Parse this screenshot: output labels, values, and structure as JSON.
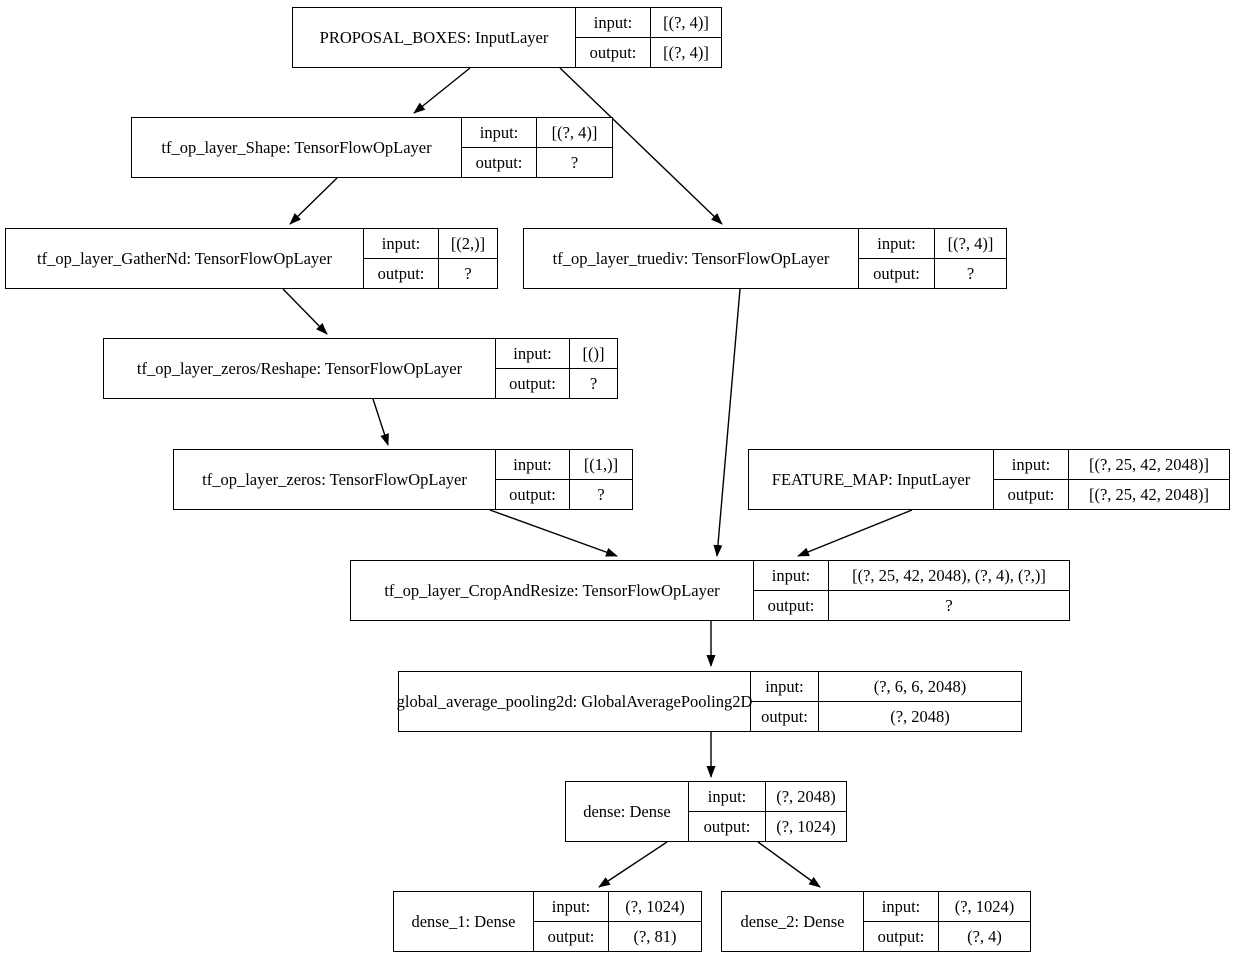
{
  "diagram": {
    "kind": "keras-model-architecture-graph",
    "labels": {
      "input": "input:",
      "output": "output:"
    },
    "nodes": {
      "proposal_boxes": {
        "label": "PROPOSAL_BOXES: InputLayer",
        "input": "[(?, 4)]",
        "output": "[(?, 4)]"
      },
      "shape": {
        "label": "tf_op_layer_Shape: TensorFlowOpLayer",
        "input": "[(?, 4)]",
        "output": "?"
      },
      "gathernd": {
        "label": "tf_op_layer_GatherNd: TensorFlowOpLayer",
        "input": "[(2,)]",
        "output": "?"
      },
      "truediv": {
        "label": "tf_op_layer_truediv: TensorFlowOpLayer",
        "input": "[(?, 4)]",
        "output": "?"
      },
      "zeros_reshape": {
        "label": "tf_op_layer_zeros/Reshape: TensorFlowOpLayer",
        "input": "[()]",
        "output": "?"
      },
      "zeros": {
        "label": "tf_op_layer_zeros: TensorFlowOpLayer",
        "input": "[(1,)]",
        "output": "?"
      },
      "feature_map": {
        "label": "FEATURE_MAP: InputLayer",
        "input": "[(?, 25, 42, 2048)]",
        "output": "[(?, 25, 42, 2048)]"
      },
      "crop_and_resize": {
        "label": "tf_op_layer_CropAndResize: TensorFlowOpLayer",
        "input": "[(?, 25, 42, 2048), (?, 4), (?,)]",
        "output": "?"
      },
      "gap2d": {
        "label": "global_average_pooling2d: GlobalAveragePooling2D",
        "input": "(?, 6, 6, 2048)",
        "output": "(?, 2048)"
      },
      "dense": {
        "label": "dense: Dense",
        "input": "(?, 2048)",
        "output": "(?, 1024)"
      },
      "dense_1": {
        "label": "dense_1: Dense",
        "input": "(?, 1024)",
        "output": "(?, 81)"
      },
      "dense_2": {
        "label": "dense_2: Dense",
        "input": "(?, 1024)",
        "output": "(?, 4)"
      }
    },
    "edges": [
      {
        "from": "proposal_boxes",
        "to": "shape"
      },
      {
        "from": "proposal_boxes",
        "to": "truediv"
      },
      {
        "from": "shape",
        "to": "gathernd"
      },
      {
        "from": "gathernd",
        "to": "zeros_reshape"
      },
      {
        "from": "zeros_reshape",
        "to": "zeros"
      },
      {
        "from": "zeros",
        "to": "crop_and_resize"
      },
      {
        "from": "truediv",
        "to": "crop_and_resize"
      },
      {
        "from": "feature_map",
        "to": "crop_and_resize"
      },
      {
        "from": "crop_and_resize",
        "to": "gap2d"
      },
      {
        "from": "gap2d",
        "to": "dense"
      },
      {
        "from": "dense",
        "to": "dense_1"
      },
      {
        "from": "dense",
        "to": "dense_2"
      }
    ],
    "colors": {
      "stroke": "#000000",
      "background": "#ffffff"
    }
  }
}
